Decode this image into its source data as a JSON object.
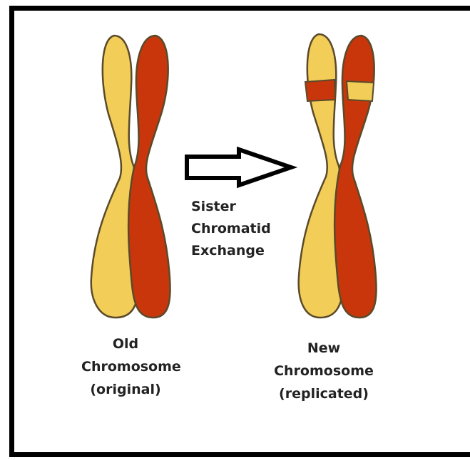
{
  "arrow_label": [
    "Sister",
    "Chromatid",
    "Exchange"
  ],
  "old_caption": [
    "Old",
    "Chromosome",
    "(original)"
  ],
  "new_caption": [
    "New",
    "Chromosome",
    "(replicated)"
  ],
  "colors": {
    "yellow": "#f2cd58",
    "red": "#c9360c",
    "outline": "#5a4a2a",
    "frame": "#000000"
  }
}
